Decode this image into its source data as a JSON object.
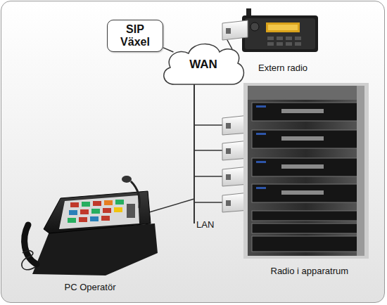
{
  "diagram": {
    "nodes": [
      {
        "text": [
          "SIP Växel"
        ]
      },
      {
        "text": [
          "WAN"
        ]
      }
    ],
    "edges": [
      {
        "from": 0,
        "to": 1,
        "arrow": "none"
      }
    ],
    "labels": [
      "Extern radio",
      "LAN",
      "Radio i apparatrum",
      "PC Operatör"
    ]
  }
}
